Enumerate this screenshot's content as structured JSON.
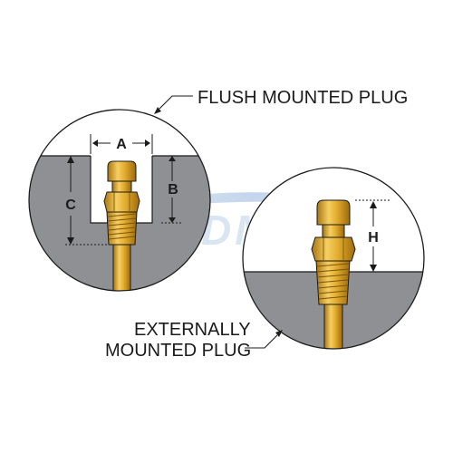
{
  "labels": {
    "flush": "FLUSH MOUNTED PLUG",
    "external_line1": "EXTERNALLY",
    "external_line2": "MOUNTED PLUG"
  },
  "dimensions": {
    "a": "A",
    "b": "B",
    "c": "C",
    "h": "H"
  },
  "watermark": {
    "text": "DME",
    "registered": "®"
  },
  "colors": {
    "brass_light": "#f2c14a",
    "brass_mid": "#d9a022",
    "brass_dark": "#a8740f",
    "steel_gray": "#8e9094",
    "outline": "#1b1b1b",
    "watermark_blue": "#c9dcef"
  }
}
